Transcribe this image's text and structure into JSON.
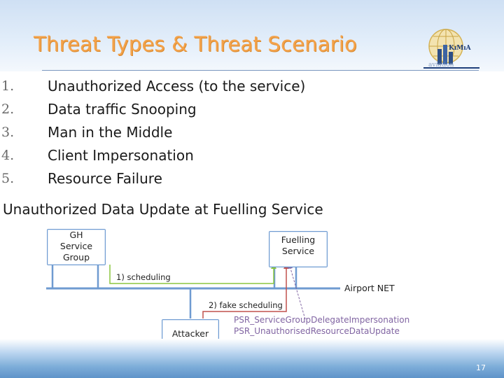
{
  "slide": {
    "title": "Threat Types &  Threat Scenario",
    "logo_text": "KıMıA",
    "logo_sub": "aviation",
    "list": [
      {
        "num": "1.",
        "text": "Unauthorized Access (to the service)"
      },
      {
        "num": "2.",
        "text": "Data traffic Snooping"
      },
      {
        "num": "3.",
        "text": "Man in the Middle"
      },
      {
        "num": "4.",
        "text": "Client Impersonation"
      },
      {
        "num": "5.",
        "text": "Resource Failure"
      }
    ],
    "subtitle": "Unauthorized Data Update at Fuelling Service",
    "page_number": "17"
  },
  "diagram": {
    "gh_box": [
      "GH",
      "Service",
      "Group"
    ],
    "fuel_box": [
      "Fuelling",
      "Service"
    ],
    "attacker_box": "Attacker",
    "scheduling_label": "1) scheduling",
    "fake_label": "2) fake scheduling",
    "net_label": "Airport NET",
    "psr1": "PSR_ServiceGroupDelegateImpersonation",
    "psr2": "PSR_UnauthorisedResourceDataUpdate",
    "colors": {
      "accent_blue": "#6f9bd1",
      "green": "#8cc63f",
      "red": "#c0504d",
      "purple": "#8064a2",
      "title_orange": "#f3a24a"
    }
  }
}
